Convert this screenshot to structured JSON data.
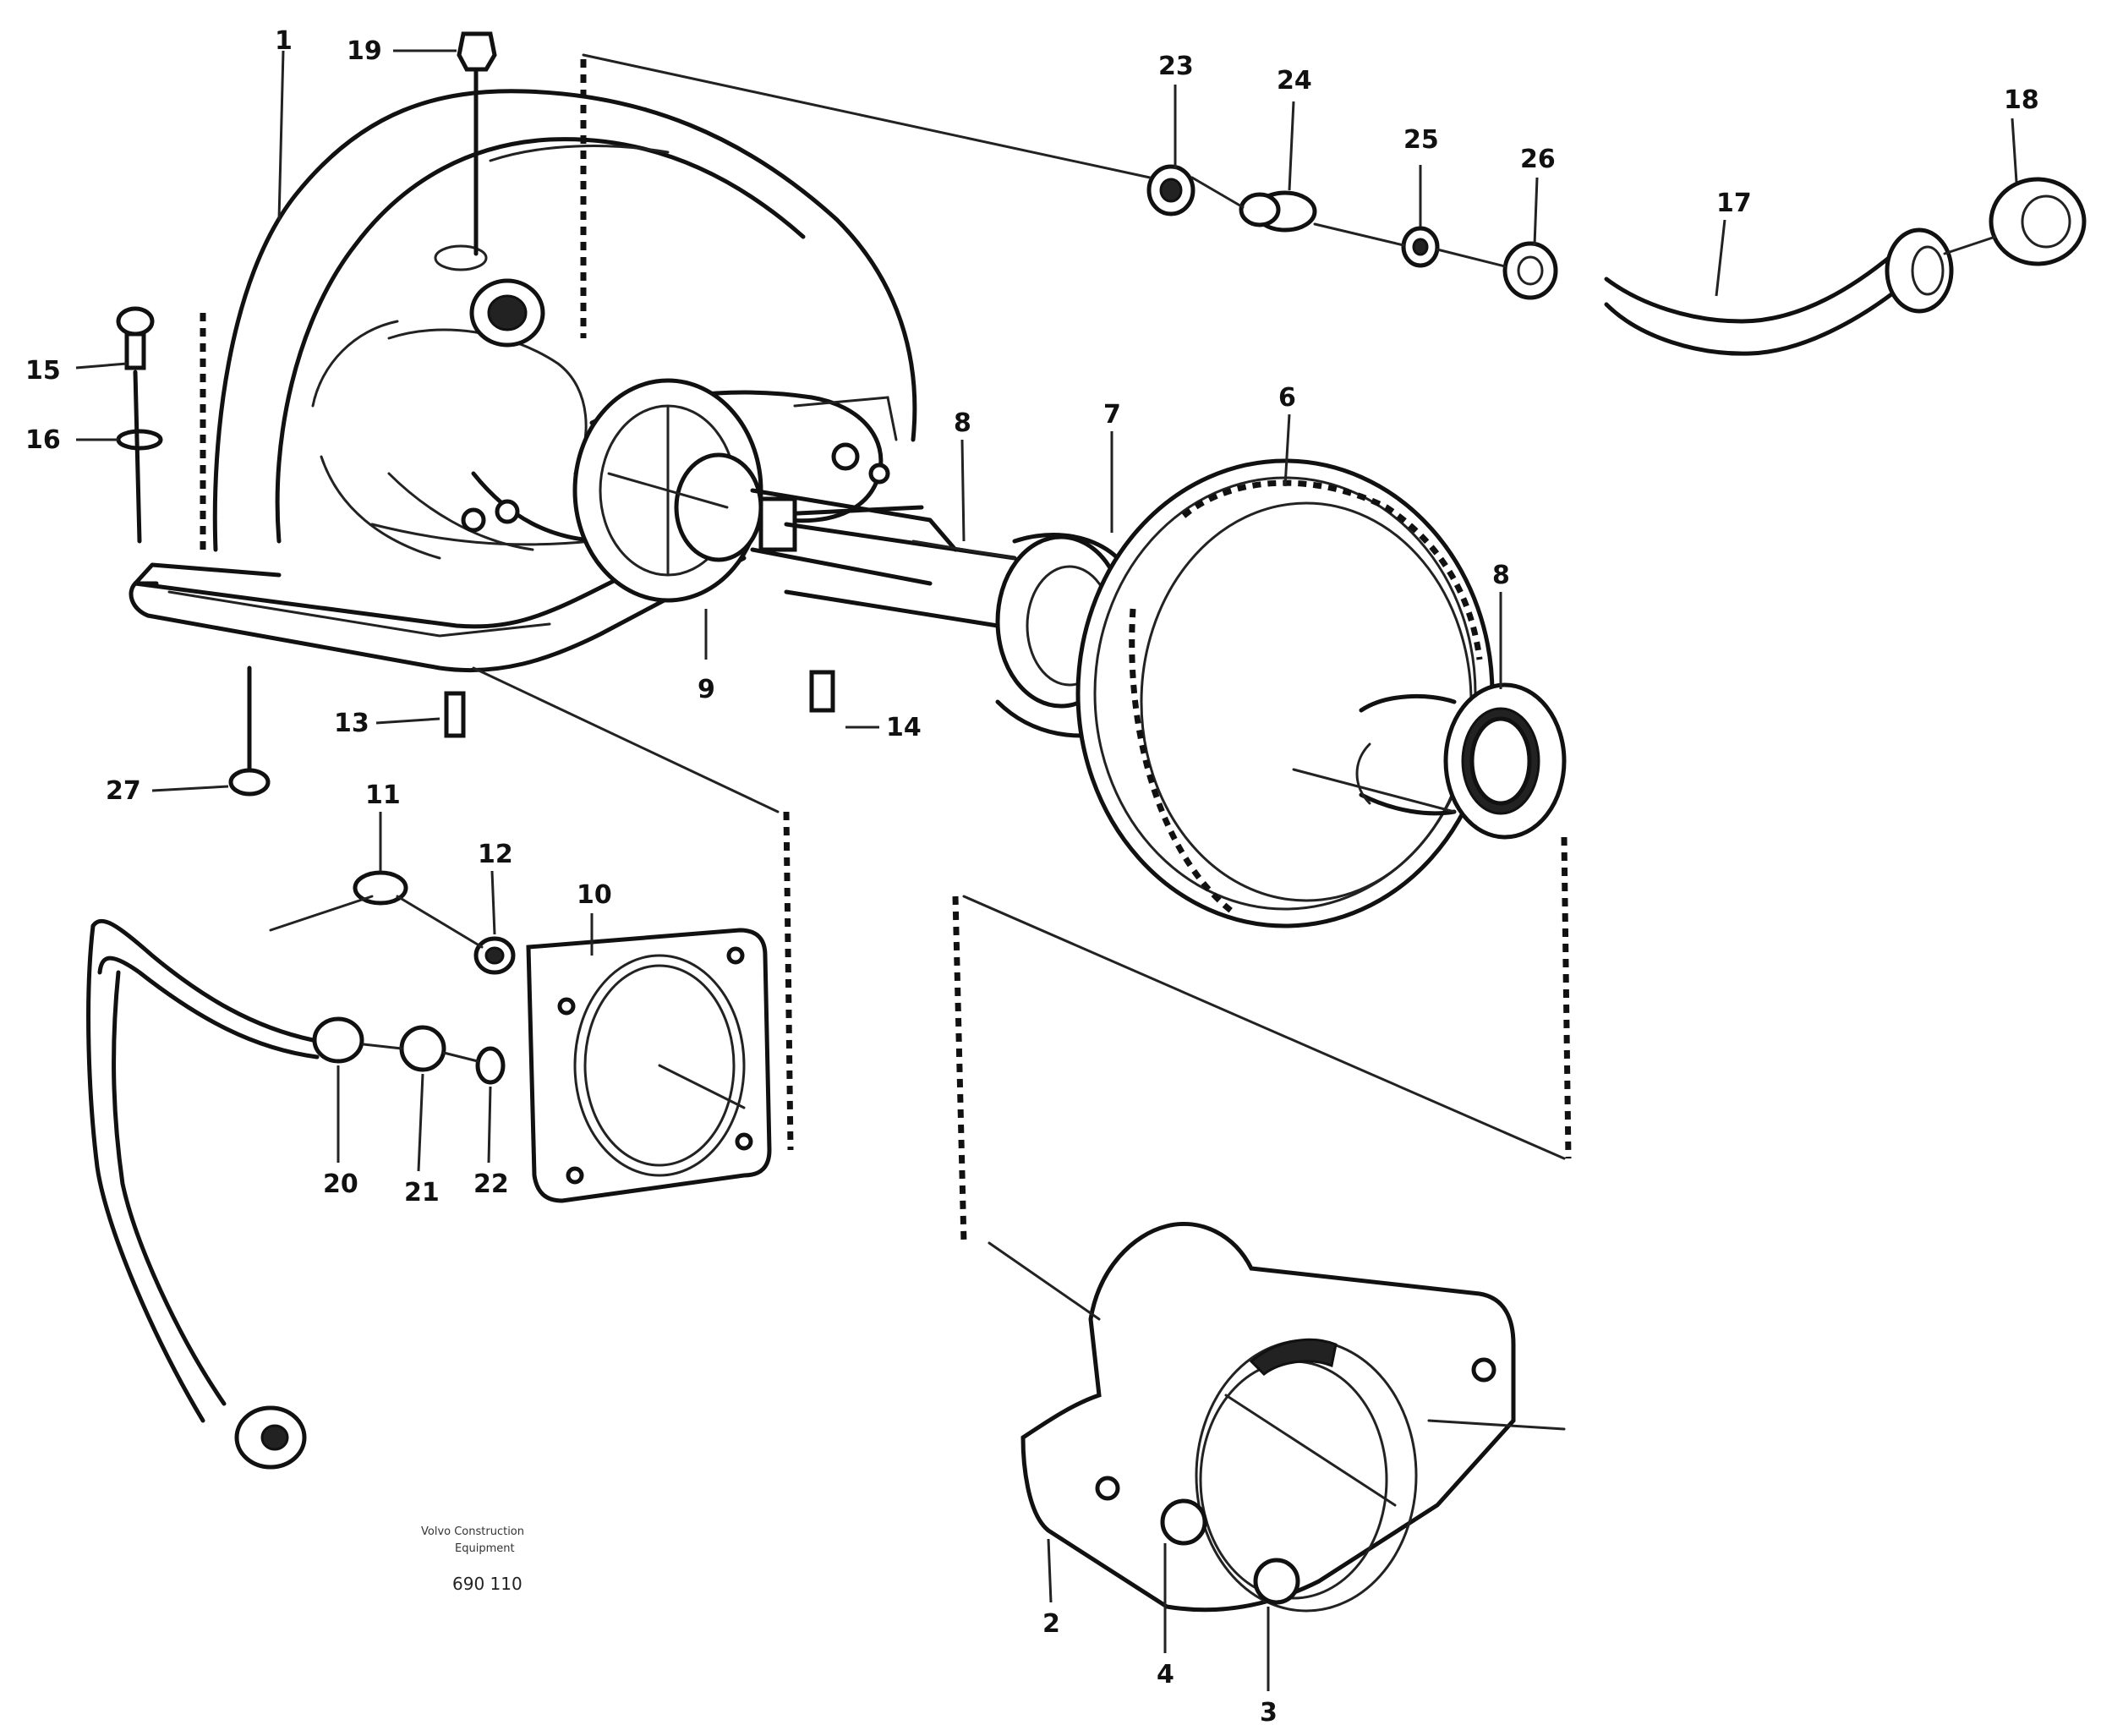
{
  "callouts": {
    "c1": "1",
    "c2": "2",
    "c3": "3",
    "c4": "4",
    "c6": "6",
    "c7": "7",
    "c8": "8",
    "c9": "9",
    "c10": "10",
    "c11": "11",
    "c12": "12",
    "c13": "13",
    "c14": "14",
    "c15": "15",
    "c16": "16",
    "c17": "17",
    "c18": "18",
    "c19": "19",
    "c20": "20",
    "c21": "21",
    "c22": "22",
    "c23": "23",
    "c24": "24",
    "c25": "25",
    "c26": "26",
    "c27": "27",
    "c5": "8"
  },
  "caption": {
    "line1": "Volvo Construction",
    "line2": "Equipment",
    "code": "690 110"
  }
}
